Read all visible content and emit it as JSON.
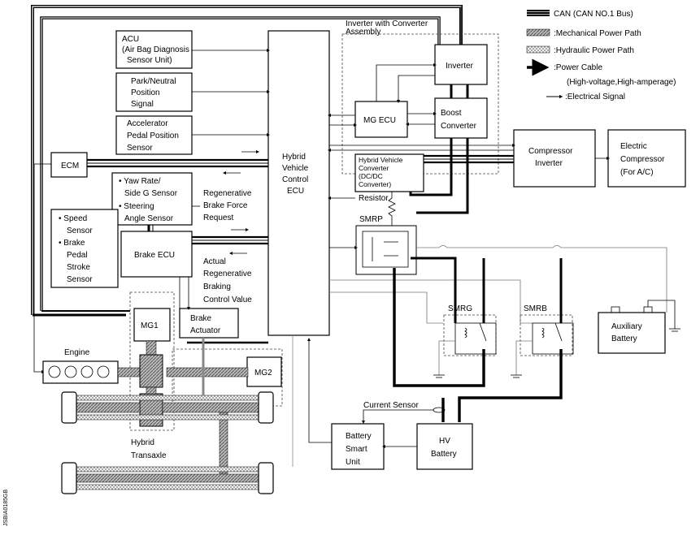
{
  "legend": {
    "can": "CAN (CAN NO.1 Bus)",
    "mechanical": ":Mechanical Power Path",
    "hydraulic": ":Hydraulic Power Path",
    "power_cable_1": ":Power Cable",
    "power_cable_2": "(High-voltage,High-amperage)",
    "electrical": ":Electrical Signal"
  },
  "inverter_assembly": [
    "Inverter with Converter",
    "Assembly"
  ],
  "acu": [
    "ACU",
    "(Air Bag Diagnosis",
    "Sensor Unit)"
  ],
  "park_neutral": [
    "Park/Neutral",
    "Position",
    "Signal"
  ],
  "accelerator": [
    "Accelerator",
    "Pedal Position",
    "Sensor"
  ],
  "ecm": "ECM",
  "yaw_rate": [
    "• Yaw Rate/",
    "Side G Sensor",
    "• Steering",
    "Angle Sensor"
  ],
  "regen_request": [
    "Regenerative",
    "Brake Force",
    "Request"
  ],
  "speed_sensor": [
    "• Speed",
    "Sensor",
    "• Brake",
    "Pedal",
    "Stroke",
    "Sensor"
  ],
  "brake_ecu": "Brake ECU",
  "actual_regen": [
    "Actual",
    "Regenerative",
    "Braking",
    "Control Value"
  ],
  "hv_ecu": [
    "Hybrid",
    "Vehicle",
    "Control",
    "ECU"
  ],
  "inverter": "Inverter",
  "mg_ecu": "MG ECU",
  "boost_converter": [
    "Boost",
    "Converter"
  ],
  "compressor_inverter": [
    "Compressor",
    "Inverter"
  ],
  "electric_compressor": [
    "Electric",
    "Compressor",
    "(For A/C)"
  ],
  "hv_converter": [
    "Hybrid Vehicle",
    "Converter",
    "(DC/DC",
    "Converter)"
  ],
  "resistor": "Resistor",
  "smrp": "SMRP",
  "smrg": "SMRG",
  "smrb": "SMRB",
  "auxiliary_battery": [
    "Auxiliary",
    "Battery"
  ],
  "mg1": "MG1",
  "mg2": "MG2",
  "brake_actuator": [
    "Brake",
    "Actuator"
  ],
  "engine": "Engine",
  "hybrid_transaxle": [
    "Hybrid",
    "Transaxle"
  ],
  "current_sensor": "Current Sensor",
  "battery_smart_unit": [
    "Battery",
    "Smart",
    "Unit"
  ],
  "hv_battery": [
    "HV",
    "Battery"
  ],
  "figure_id": "JSBIA0185GB"
}
